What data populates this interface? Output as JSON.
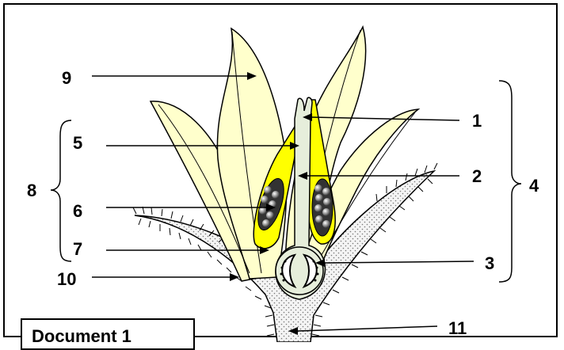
{
  "labels": {
    "l1": "1",
    "l2": "2",
    "l3": "3",
    "l4": "4",
    "l5": "5",
    "l6": "6",
    "l7": "7",
    "l8": "8",
    "l9": "9",
    "l10": "10",
    "l11": "11"
  },
  "caption": "Document 1",
  "colors": {
    "petal": "#ffffcc",
    "anther": "#ffff00",
    "pistil": "#e6eedb",
    "receptacle": "#f2f2f2",
    "pollen": "#5a5a5a"
  }
}
